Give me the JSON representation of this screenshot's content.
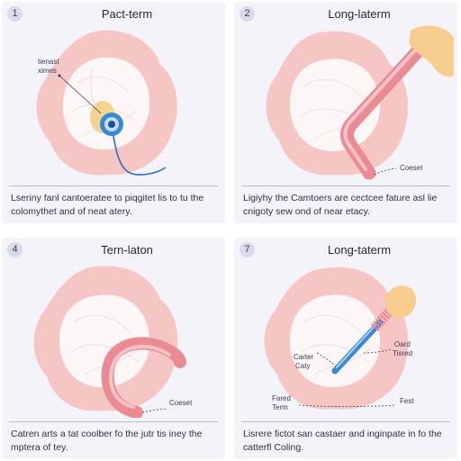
{
  "panels": [
    {
      "number": "1",
      "title": "Pact-term",
      "labels": [
        "tienast",
        "ximes"
      ],
      "caption_lines": [
        "Lseriny fanl cantoeratee to piqgitet lis to tu the",
        "colomythet and of neat atery."
      ]
    },
    {
      "number": "2",
      "title": "Long-laterm",
      "labels": [
        "Coeset"
      ],
      "caption_lines": [
        "Ligiyhy the Camtoers are cectcee fature asl lie",
        "cnigoty sew ond of near etacy."
      ]
    },
    {
      "number": "4",
      "title": "Tern-laton",
      "labels": [
        "Coeset"
      ],
      "caption_lines": [
        "Catren arts a tat coolber fo the jutr tis iney the",
        "mptera of tey."
      ]
    },
    {
      "number": "7",
      "title": "Long-taterm",
      "labels": [
        "Carter",
        "Caty",
        "Oard",
        "Tisred",
        "Fared",
        "Term",
        "Fest"
      ],
      "caption_lines": [
        "Lisrere fictot san castaer and inginpate in fo the",
        "catterfl Coling."
      ]
    }
  ],
  "colors": {
    "panel_bg": "#f4f3fa",
    "vessel_pink": "#f6c6c5",
    "vessel_core": "#fcf6f7",
    "catheter": "#e98b93",
    "glove": "#f7cd8f",
    "cuff_blue": "#3c88d8",
    "wire_blue": "#2a6fc2"
  }
}
